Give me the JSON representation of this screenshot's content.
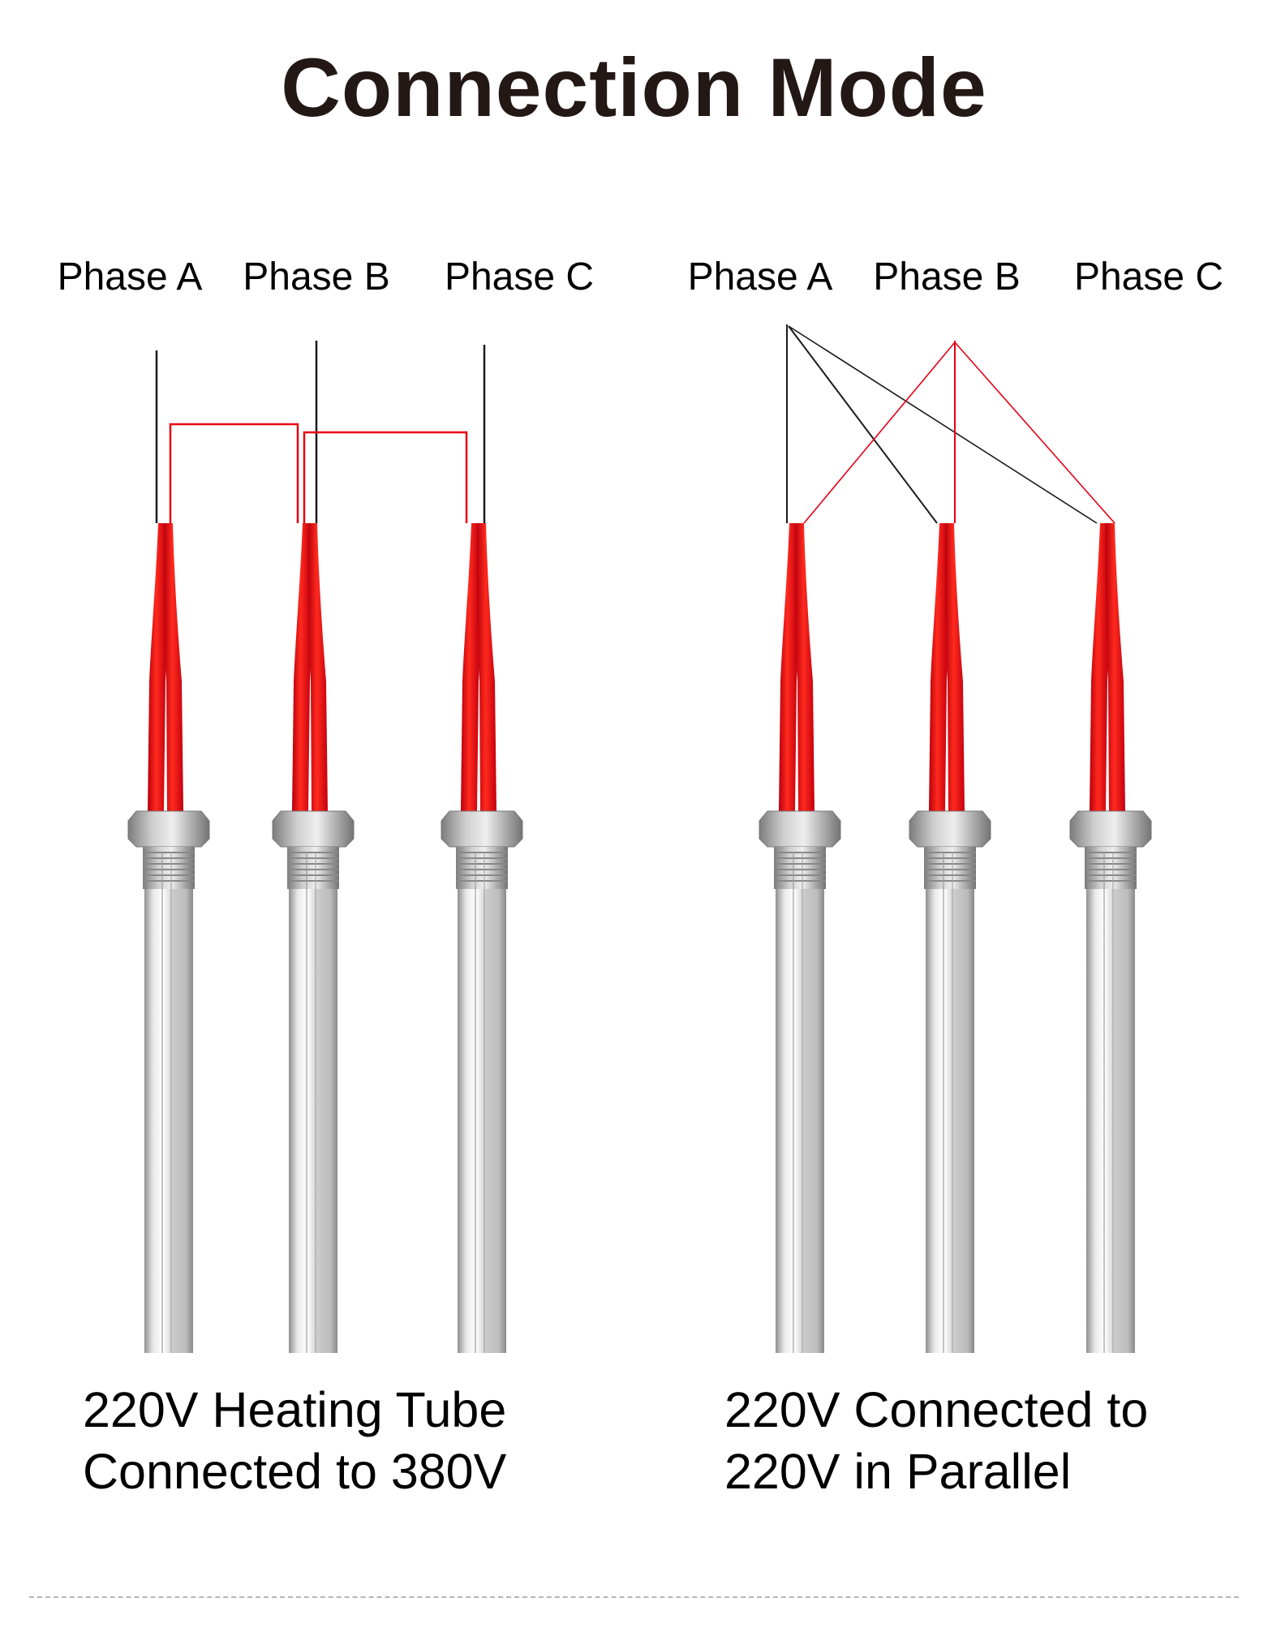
{
  "title": "Connection Mode",
  "left_panel": {
    "phases": [
      "Phase A",
      "Phase B",
      "Phase C"
    ],
    "caption_line1": "220V Heating Tube",
    "caption_line2": "Connected to 380V"
  },
  "right_panel": {
    "phases": [
      "Phase A",
      "Phase B",
      "Phase C"
    ],
    "caption_line1": "220V Connected to",
    "caption_line2": "220V in Parallel"
  },
  "colors": {
    "wire_red": "#e60012",
    "wire_dark": "#1a1a1a",
    "tube_steel": "#c8c8c8",
    "title": "#231815"
  },
  "icons": [
    "heating-tube-icon"
  ]
}
